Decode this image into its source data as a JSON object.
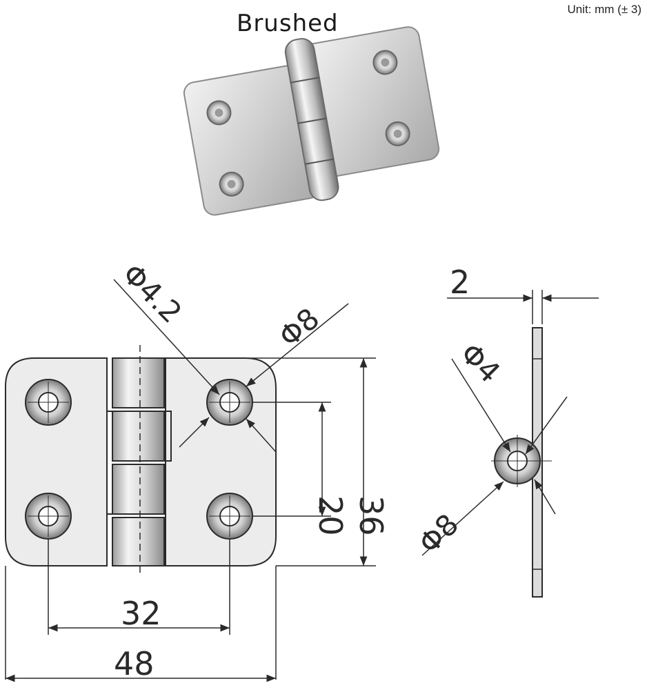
{
  "header": {
    "finish_label": "Brushed",
    "unit_label": "Unit: mm (± 3)"
  },
  "drawing": {
    "overall_width": "48",
    "hole_spacing_horizontal": "32",
    "overall_height": "36",
    "hole_spacing_vertical": "20",
    "hole_diameter": "Φ4.2",
    "countersink_diameter": "Φ8",
    "thickness": "2",
    "side_hole_diameter": "Φ4",
    "side_countersink_diameter": "Φ8"
  },
  "colors": {
    "line": "#2a2a2a",
    "metal_light": "#e6e6e6",
    "metal_dark": "#9a9a9a"
  }
}
